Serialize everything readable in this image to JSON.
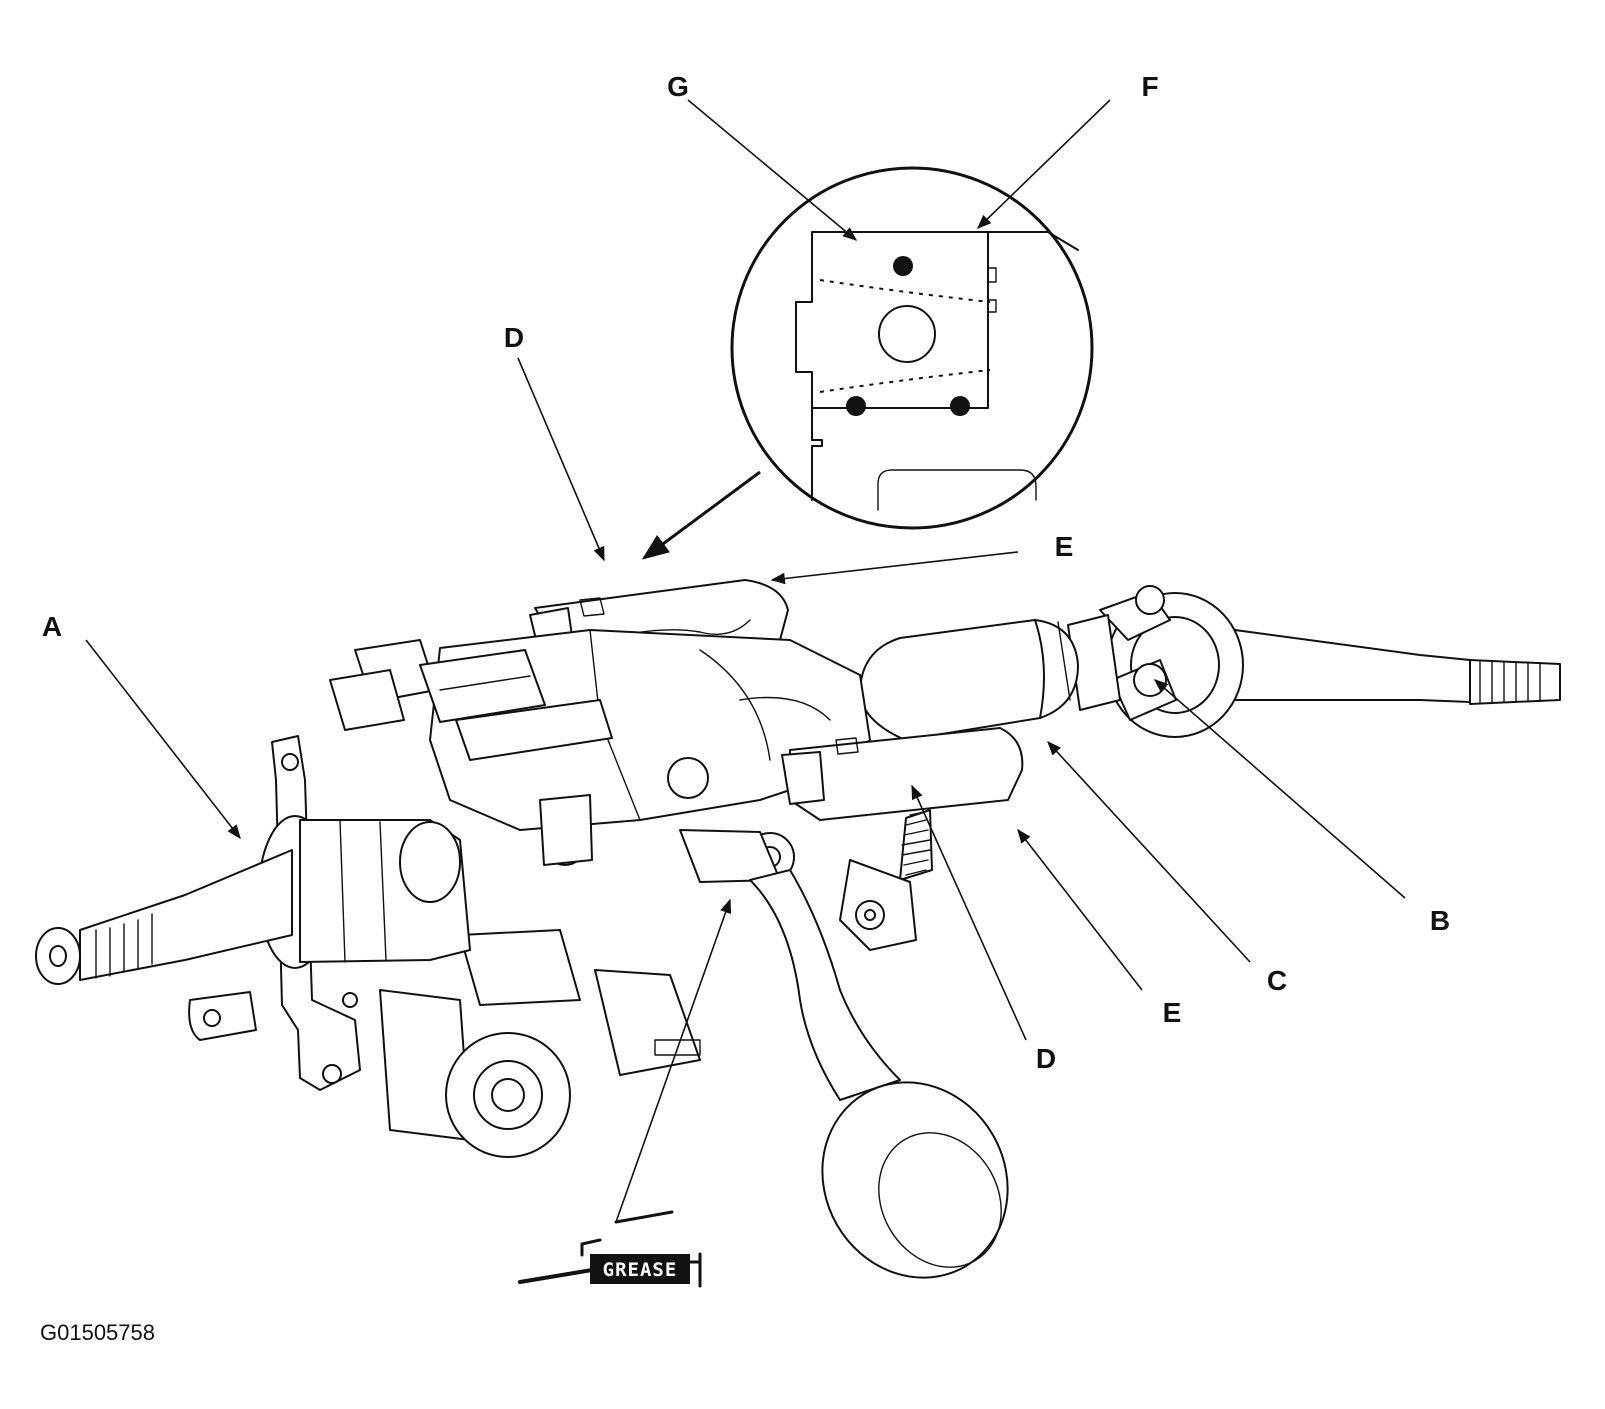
{
  "figure": {
    "callouts": {
      "a": "A",
      "b": "B",
      "c": "C",
      "d_top": "D",
      "d_bottom": "D",
      "e_top": "E",
      "e_bottom": "E",
      "f": "F",
      "g": "G"
    },
    "grease_symbol": "GREASE",
    "figure_code": "G01505758"
  }
}
